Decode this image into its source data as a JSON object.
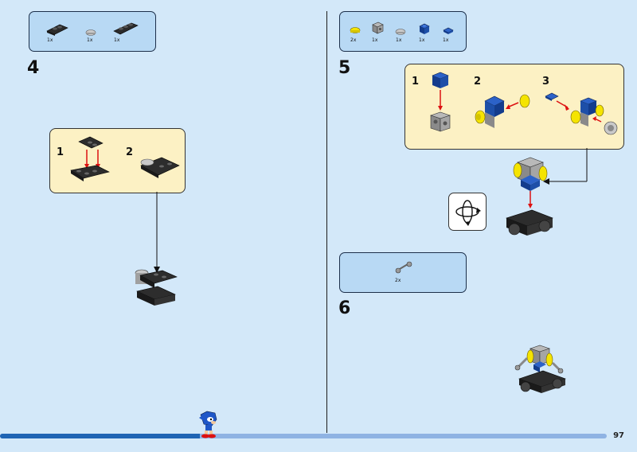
{
  "page_number": "97",
  "progress": {
    "fraction": 0.33
  },
  "left": {
    "parts": [
      {
        "name": "black-plate-1x2",
        "qty": "1x"
      },
      {
        "name": "grey-round-tile",
        "qty": "1x"
      },
      {
        "name": "black-plate-1x3",
        "qty": "1x"
      }
    ],
    "step_number": "4",
    "sub_steps": [
      "1",
      "2"
    ]
  },
  "right": {
    "parts": [
      {
        "name": "yellow-round-plate",
        "qty": "2x"
      },
      {
        "name": "grey-brick-studs",
        "qty": "1x"
      },
      {
        "name": "grey-round-tile",
        "qty": "1x"
      },
      {
        "name": "blue-brick-1x1",
        "qty": "1x"
      },
      {
        "name": "blue-tile-1x1",
        "qty": "1x"
      }
    ],
    "step5_number": "5",
    "sub_steps": [
      "1",
      "2",
      "3"
    ],
    "step6_parts": [
      {
        "name": "grey-bar-holder",
        "qty": "2x"
      }
    ],
    "step6_number": "6"
  }
}
